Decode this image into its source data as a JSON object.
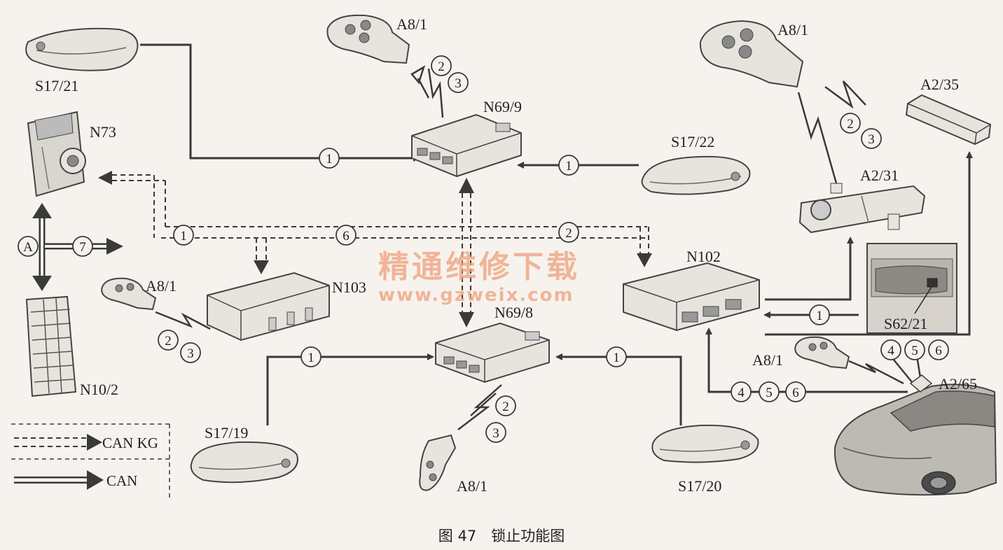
{
  "figure": {
    "caption": "图 47　锁止功能图",
    "watermark_cn": "精通维修下载",
    "watermark_url": "www.gzweix.com"
  },
  "components": {
    "s17_21": "S17/21",
    "n73": "N73",
    "n10_2": "N10/2",
    "a8_1": "A8/1",
    "n69_9": "N69/9",
    "s17_22": "S17/22",
    "n103": "N103",
    "n69_8": "N69/8",
    "n102": "N102",
    "a2_35": "A2/35",
    "a2_31": "A2/31",
    "s62_21": "S62/21",
    "a2_65": "A2/65",
    "s17_19": "S17/19",
    "s17_20": "S17/20"
  },
  "markers": {
    "m1": "1",
    "m2": "2",
    "m3": "3",
    "m4": "4",
    "m5": "5",
    "m6": "6",
    "m7": "7",
    "mA": "A"
  },
  "legend": {
    "can_kg": "CAN KG",
    "can": "CAN"
  },
  "colors": {
    "line": "#3a3a3a",
    "device_fill": "#e7e4de",
    "device_stroke": "#444444",
    "watermark": "#f0a07a"
  }
}
